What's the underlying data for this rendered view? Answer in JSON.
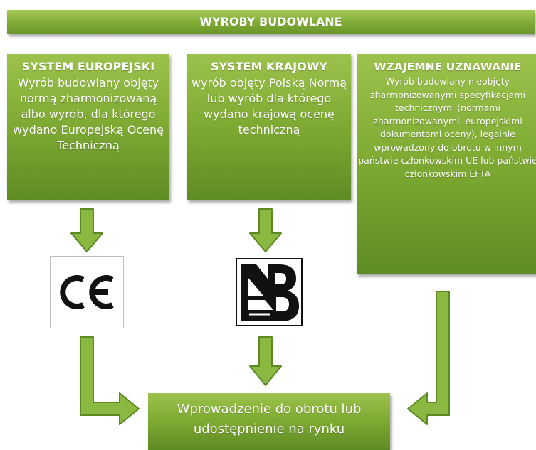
{
  "banner": {
    "title": "WYROBY BUDOWLANE"
  },
  "columns": [
    {
      "title": "SYSTEM EUROPEJSKI",
      "description": "Wyrób budowlany objęty normą zharmonizowaną albo wyrób, dla którego wydano Europejską Ocenę Techniczną"
    },
    {
      "title": "SYSTEM KRAJOWY",
      "description": "wyrób objęty Polską Normą lub wyrób dla którego wydano krajową ocenę techniczną"
    },
    {
      "title": "WZAJEMNE UZNAWANIE",
      "description": "Wyrób budowlany nieobjęty zharmonizowanymi specyfikacjami technicznymi (normami zharmonizowanymi, europejskimi dokumentami oceny), legalnie wprowadzony do obrotu w innym państwie członkowskim UE lub państwie członkowskim EFTA"
    }
  ],
  "marks": [
    {
      "name": "CE",
      "icon": "ce-mark-icon"
    },
    {
      "name": "B",
      "icon": "polish-b-mark-icon"
    }
  ],
  "result": {
    "label": "Wprowadzenie do obrotu lub udostępnienie na rynku"
  },
  "colors": {
    "box_green": "#80ac34",
    "arrow_green": "#8bb841",
    "arrow_outline": "#5b8a23",
    "text": "#ffffff"
  }
}
